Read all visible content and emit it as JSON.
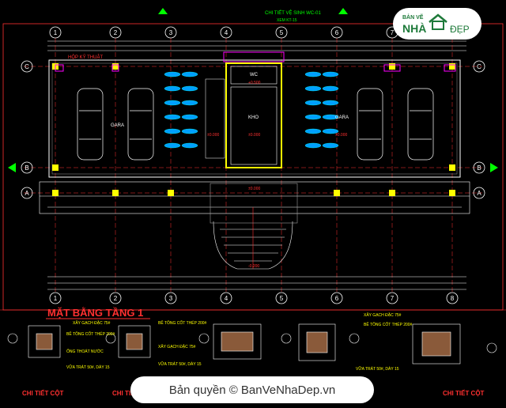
{
  "logo": {
    "small": "BẢN VẼ",
    "big": "NHÀ",
    "dep": "ĐẸP"
  },
  "copyright": "Bản quyền © BanVeNhaDep.vn",
  "drawing": {
    "main_title": "MẶT BẰNG TẦNG 1",
    "detail_title": "CHI TIẾT CỘT",
    "header_note": "CHI TIẾT VỆ SINH WC-01",
    "header_scale": "XEM KT-15",
    "room_left_label": "HỘP KỸ THUẬT",
    "garage_left": "GARA",
    "garage_right": "GARA",
    "wc": "WC",
    "kho": "KHO",
    "lvl_wc": "+0.500",
    "lvl_kho": "±0.000",
    "lvl_left": "±0.000",
    "lvl_right": "±0.000",
    "lvl_entry": "±0.000",
    "lvl_stair": "-0.200",
    "detail_notes": [
      "XÂY GẠCH ĐẶC 75#",
      "BÊ TÔNG CỐT THÉP 200#",
      "ỐNG THOÁT NƯỚC",
      "VỮA TRÁT 50#, DÀY 15"
    ],
    "detail_notes_right": [
      "XÂY GẠCH ĐẶC 75#",
      "BÊ TÔNG CỐT THÉP 200#",
      "VỮA TRÁT 50#, DÀY 15"
    ],
    "grid_top": [
      "1",
      "2",
      "3",
      "4",
      "5",
      "6",
      "7",
      "8"
    ],
    "grid_side": [
      "C",
      "B",
      "A"
    ]
  },
  "colors": {
    "background": "#000000",
    "cyan": "#00ffff",
    "red": "#ff3030",
    "magenta": "#ff00ff",
    "yellow": "#ffff00",
    "green": "#00ff00",
    "white": "#ffffff",
    "gray": "#9a9a9a"
  }
}
